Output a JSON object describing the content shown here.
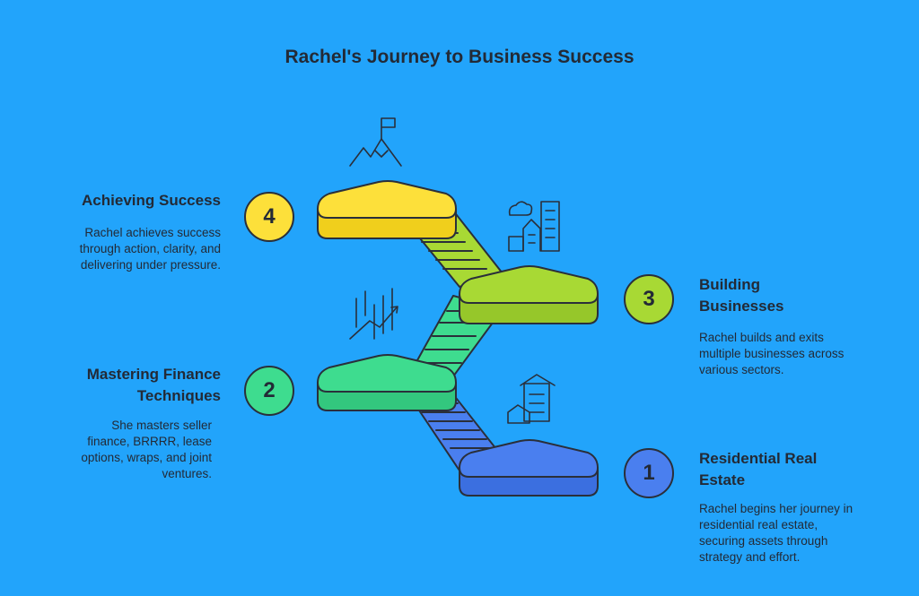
{
  "title": "Rachel's Journey to Business Success",
  "steps": [
    {
      "number": "1",
      "title": "Residential Real Estate",
      "description": "Rachel begins her journey in residential real estate, securing assets through strategy and effort.",
      "color": "#4a7fef"
    },
    {
      "number": "2",
      "title": "Mastering Finance Techniques",
      "description": "She masters seller finance, BRRRR, lease options, wraps, and joint ventures.",
      "color": "#3edc8f"
    },
    {
      "number": "3",
      "title": "Building Businesses",
      "description": "Rachel builds and exits multiple businesses across various sectors.",
      "color": "#a8d934"
    },
    {
      "number": "4",
      "title": "Achieving Success",
      "description": "Rachel achieves success through action, clarity, and delivering under pressure.",
      "color": "#fde03a"
    }
  ],
  "colors": {
    "background": "#22a4fb",
    "stroke": "#2a2f3a",
    "text": "#232a36"
  },
  "icons": [
    "buildings-house-icon",
    "chart-growth-icon",
    "city-skyline-icon",
    "mountain-flag-icon"
  ]
}
